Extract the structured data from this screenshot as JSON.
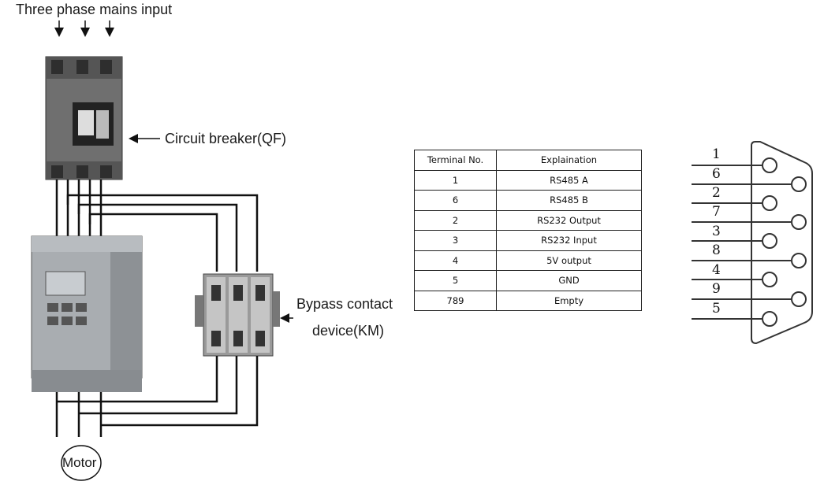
{
  "labels": {
    "mains_input": "Three phase mains input",
    "circuit_breaker": "Circuit breaker(QF)",
    "bypass_line1": "Bypass contact",
    "bypass_line2": "device(KM)",
    "motor": "Motor"
  },
  "table": {
    "headers": [
      "Terminal No.",
      "Explaination"
    ],
    "rows": [
      [
        "1",
        "RS485 A"
      ],
      [
        "6",
        "RS485 B"
      ],
      [
        "2",
        "RS232 Output"
      ],
      [
        "3",
        "RS232 Input"
      ],
      [
        "4",
        "5V output"
      ],
      [
        "5",
        "GND"
      ],
      [
        "789",
        "Empty"
      ]
    ]
  },
  "connector_pins": [
    "1",
    "6",
    "2",
    "7",
    "3",
    "8",
    "4",
    "9",
    "5"
  ]
}
